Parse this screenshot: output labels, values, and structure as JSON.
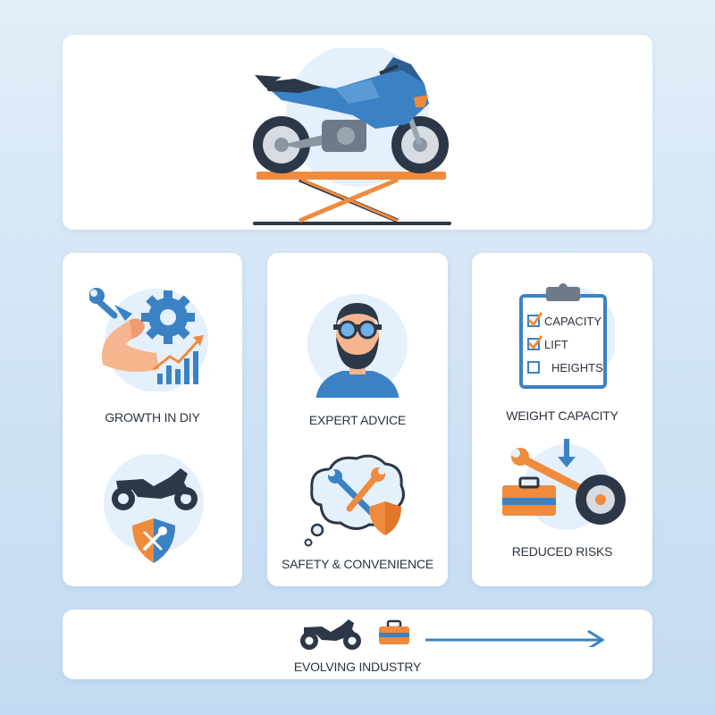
{
  "hero": {
    "icons": [
      "sport-motorcycle-icon",
      "scissor-lift-table-icon"
    ]
  },
  "features": [
    {
      "label": "GROWTH IN DIY",
      "icon": "diy-growth-icon"
    },
    {
      "label": "EXPERT ADVICE",
      "icon": "mechanic-avatar-icon"
    },
    {
      "label": "WEIGHT CAPACITY",
      "icon": "checklist-clipboard-icon"
    },
    {
      "label": "",
      "icon": "motorcycle-shield-icon"
    },
    {
      "label": "SAFETY & CONVENIENCE",
      "icon": "thought-bubble-tools-icon"
    },
    {
      "label": "REDUCED RISKS",
      "icon": "toolbox-wrench-wheel-icon"
    }
  ],
  "checklist": {
    "items": [
      {
        "text": "CAPACITY",
        "checked": true
      },
      {
        "text": "LIFT",
        "checked": true
      },
      {
        "text": "HEIGHTS",
        "checked": false
      }
    ]
  },
  "footer": {
    "label": "EVOLVING INDUSTRY",
    "icons": [
      "motorcycle-icon",
      "toolbox-icon",
      "arrow-right-icon"
    ]
  },
  "colors": {
    "primary_blue": "#3b82c4",
    "accent_orange": "#f08a3c",
    "dark_navy": "#2c3747",
    "light_blue_circle": "#e4f0fb"
  }
}
